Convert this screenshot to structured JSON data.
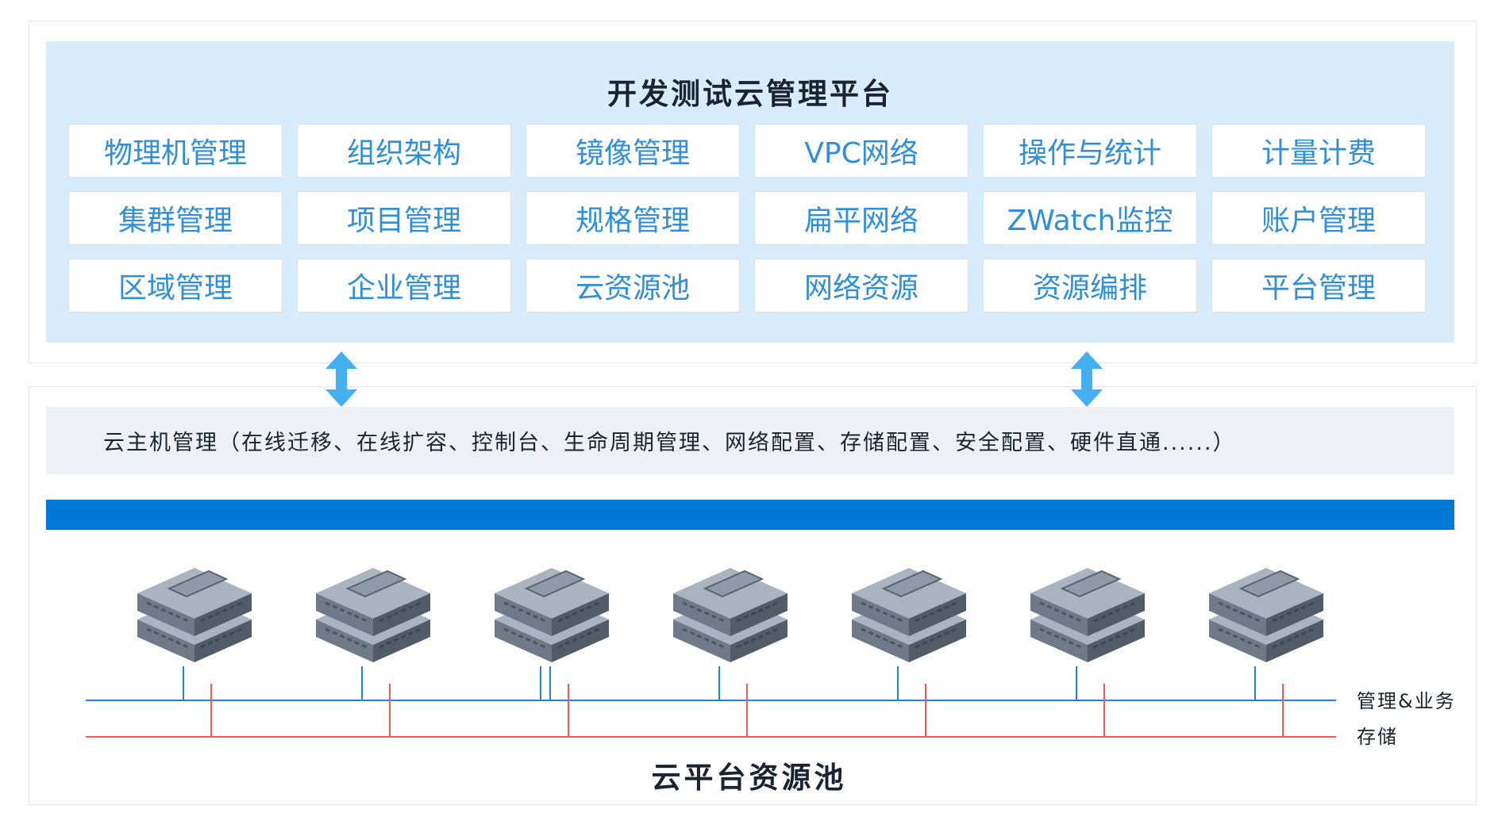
{
  "platform": {
    "title": "开发测试云管理平台",
    "modules": [
      "物理机管理",
      "组织架构",
      "镜像管理",
      "VPC网络",
      "操作与统计",
      "计量计费",
      "集群管理",
      "项目管理",
      "规格管理",
      "扁平网络",
      "ZWatch监控",
      "账户管理",
      "区域管理",
      "企业管理",
      "云资源池",
      "网络资源",
      "资源编排",
      "平台管理"
    ]
  },
  "vm_management": {
    "text": "云主机管理（在线迁移、在线扩容、控制台、生命周期管理、网络配置、存储配置、安全配置、硬件直通......）"
  },
  "resource_pool": {
    "title": "云平台资源池",
    "server_icon": "server-stack-icon",
    "server_count": 7,
    "networks": {
      "management_label": "管理&业务",
      "storage_label": "存储"
    }
  },
  "colors": {
    "panel_bg": "#d9ecfb",
    "module_text": "#2f8fd8",
    "band_blue": "#0079d6",
    "arrow_blue": "#45b0ef",
    "mgmt_line": "#1f86d6",
    "storage_line": "#ef5a5a"
  }
}
